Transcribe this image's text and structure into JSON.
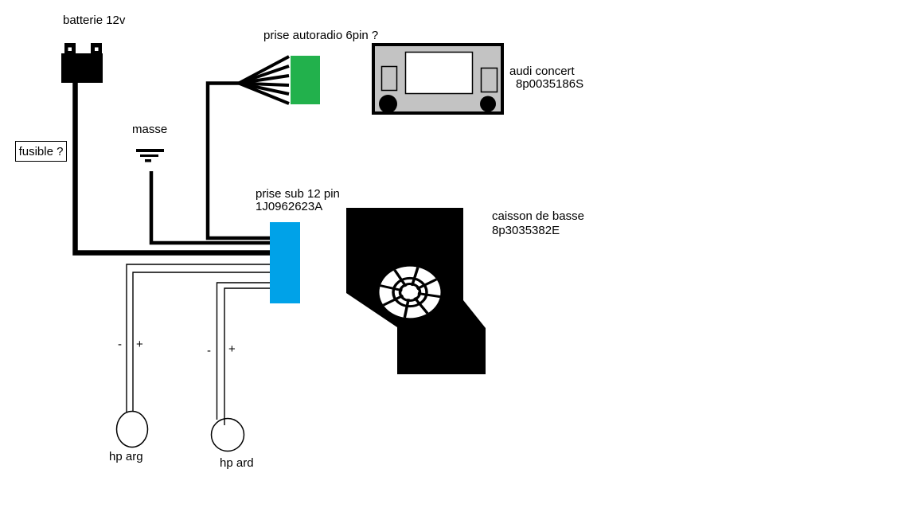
{
  "battery": {
    "label": "batterie 12v"
  },
  "fuse": {
    "label": "fusible ?"
  },
  "ground": {
    "label": "masse"
  },
  "radio_plug": {
    "label": "prise autoradio 6pin ?",
    "fill": "#22b14c"
  },
  "radio": {
    "name": "audi concert",
    "part": "8p0035186S",
    "fill": "#c3c3c3"
  },
  "sub_plug": {
    "line1": "prise sub 12 pin",
    "line2": "1J0962623A",
    "fill": "#00a2e8"
  },
  "subwoofer": {
    "name": "caisson de basse",
    "part": "8p3035382E",
    "fill": "#000000"
  },
  "speakers": {
    "left": {
      "label": "hp arg",
      "minus": "-",
      "plus": "+"
    },
    "right": {
      "label": "hp ard",
      "minus": "-",
      "plus": "+"
    }
  },
  "colors": {
    "wire": "#000000",
    "background": "#ffffff"
  }
}
